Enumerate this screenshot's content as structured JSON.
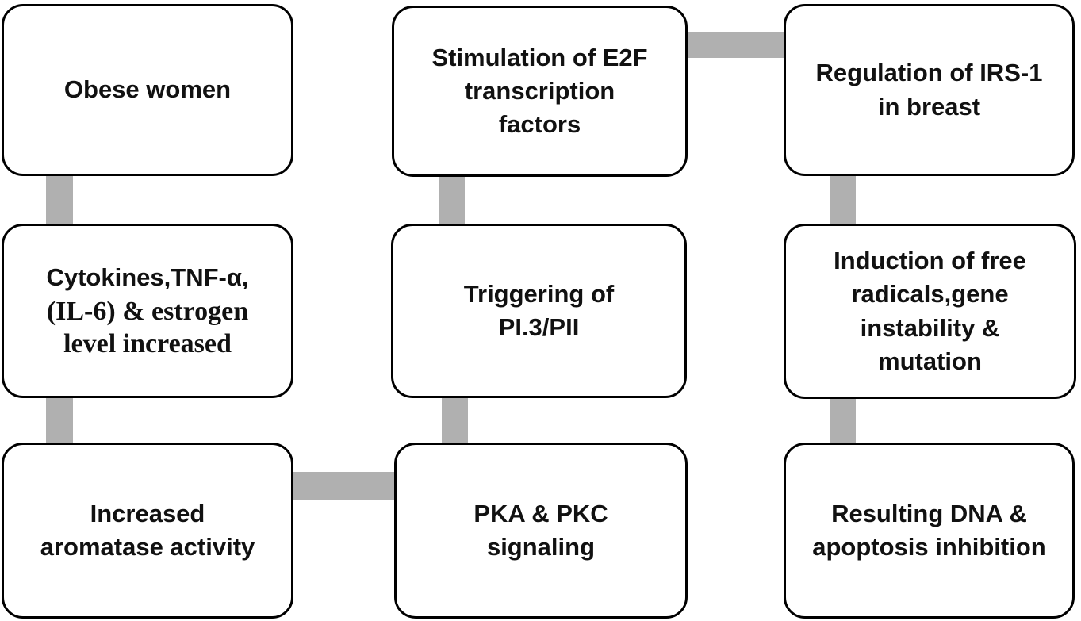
{
  "diagram": {
    "description": "Flowchart of obesity-related breast cancer signaling pathway",
    "colors": {
      "connector": "#b0b0b0",
      "node_border": "#000000",
      "node_fill": "#ffffff",
      "node_text": "#111111"
    },
    "nodes": [
      {
        "id": "obese-women",
        "label": "Obese women"
      },
      {
        "id": "cytokines-estrogen",
        "label_line1": "Cytokines,TNF-α,",
        "label_rest": "(IL-6) & estrogen\nlevel increased"
      },
      {
        "id": "increased-aromatase",
        "label": "Increased\naromatase activity"
      },
      {
        "id": "e2f-stimulation",
        "label": "Stimulation of E2F\ntranscription\nfactors"
      },
      {
        "id": "triggering-pi3",
        "label": "Triggering of\nPI.3/PII"
      },
      {
        "id": "pka-pkc-signaling",
        "label": "PKA & PKC\nsignaling"
      },
      {
        "id": "irs1-regulation",
        "label": "Regulation of IRS-1\nin breast"
      },
      {
        "id": "free-radicals-induction",
        "label": "Induction of free\nradicals,gene\ninstability &\nmutation"
      },
      {
        "id": "dna-apoptosis",
        "label": "Resulting DNA &\napoptosis inhibition"
      }
    ],
    "edges": [
      {
        "from": "obese-women",
        "to": "cytokines-estrogen"
      },
      {
        "from": "cytokines-estrogen",
        "to": "increased-aromatase"
      },
      {
        "from": "increased-aromatase",
        "to": "pka-pkc-signaling"
      },
      {
        "from": "pka-pkc-signaling",
        "to": "triggering-pi3"
      },
      {
        "from": "triggering-pi3",
        "to": "e2f-stimulation"
      },
      {
        "from": "e2f-stimulation",
        "to": "irs1-regulation"
      },
      {
        "from": "irs1-regulation",
        "to": "free-radicals-induction"
      },
      {
        "from": "free-radicals-induction",
        "to": "dna-apoptosis"
      }
    ]
  }
}
